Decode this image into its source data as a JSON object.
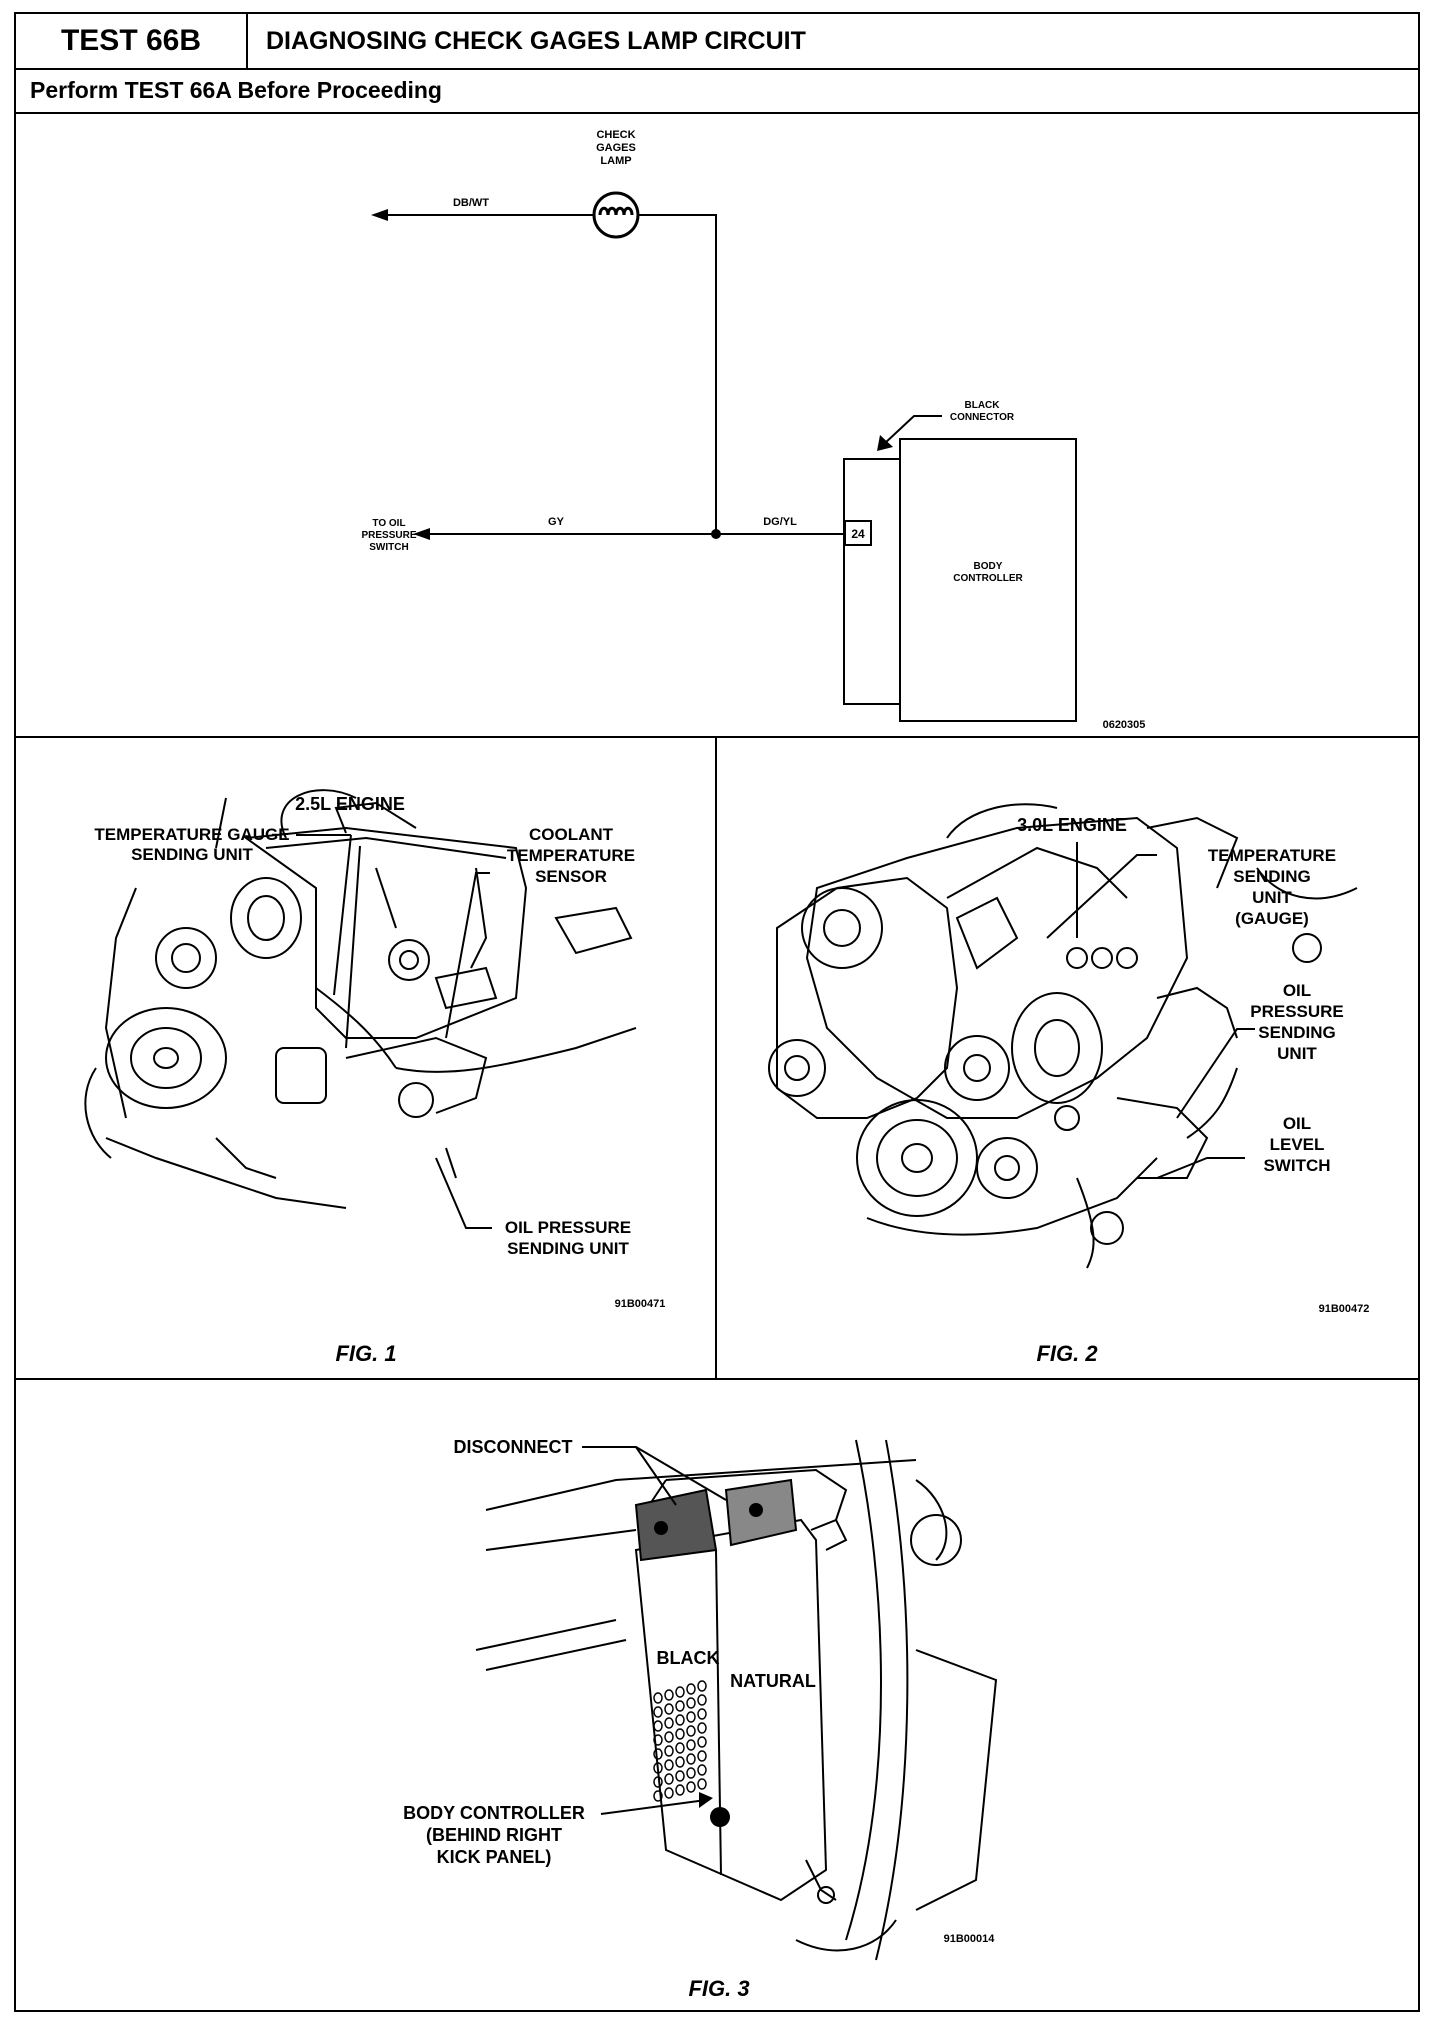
{
  "header": {
    "test_id": "TEST 66B",
    "title": "DIAGNOSING CHECK GAGES LAMP CIRCUIT",
    "instruction": "Perform TEST 66A Before Proceeding"
  },
  "schematic": {
    "lamp_label_lines": [
      "CHECK",
      "GAGES",
      "LAMP"
    ],
    "wire_dbwt": "DB/WT",
    "wire_gy": "GY",
    "wire_dgyl": "DG/YL",
    "oil_switch_lines": [
      "TO OIL",
      "PRESSURE",
      "SWITCH"
    ],
    "connector_label_lines": [
      "BLACK",
      "CONNECTOR"
    ],
    "pin": "24",
    "controller_lines": [
      "BODY",
      "CONTROLLER"
    ],
    "figure_number": "0620305"
  },
  "fig1": {
    "engine": "2.5L ENGINE",
    "temp_gauge_lines": [
      "TEMPERATURE GAUGE",
      "SENDING UNIT"
    ],
    "coolant_lines": [
      "COOLANT",
      "TEMPERATURE",
      "SENSOR"
    ],
    "oil_lines": [
      "OIL PRESSURE",
      "SENDING UNIT"
    ],
    "figure_number": "91B00471",
    "caption": "FIG. 1"
  },
  "fig2": {
    "engine": "3.0L ENGINE",
    "temp_lines": [
      "TEMPERATURE",
      "SENDING",
      "UNIT",
      "(GAUGE)"
    ],
    "oil_pressure_lines": [
      "OIL",
      "PRESSURE",
      "SENDING",
      "UNIT"
    ],
    "oil_level_lines": [
      "OIL",
      "LEVEL",
      "SWITCH"
    ],
    "figure_number": "91B00472",
    "caption": "FIG. 2"
  },
  "fig3": {
    "disconnect": "DISCONNECT",
    "black": "BLACK",
    "natural": "NATURAL",
    "controller_lines": [
      "BODY CONTROLLER",
      "(BEHIND RIGHT",
      "KICK PANEL)"
    ],
    "figure_number": "91B00014",
    "caption": "FIG. 3"
  }
}
